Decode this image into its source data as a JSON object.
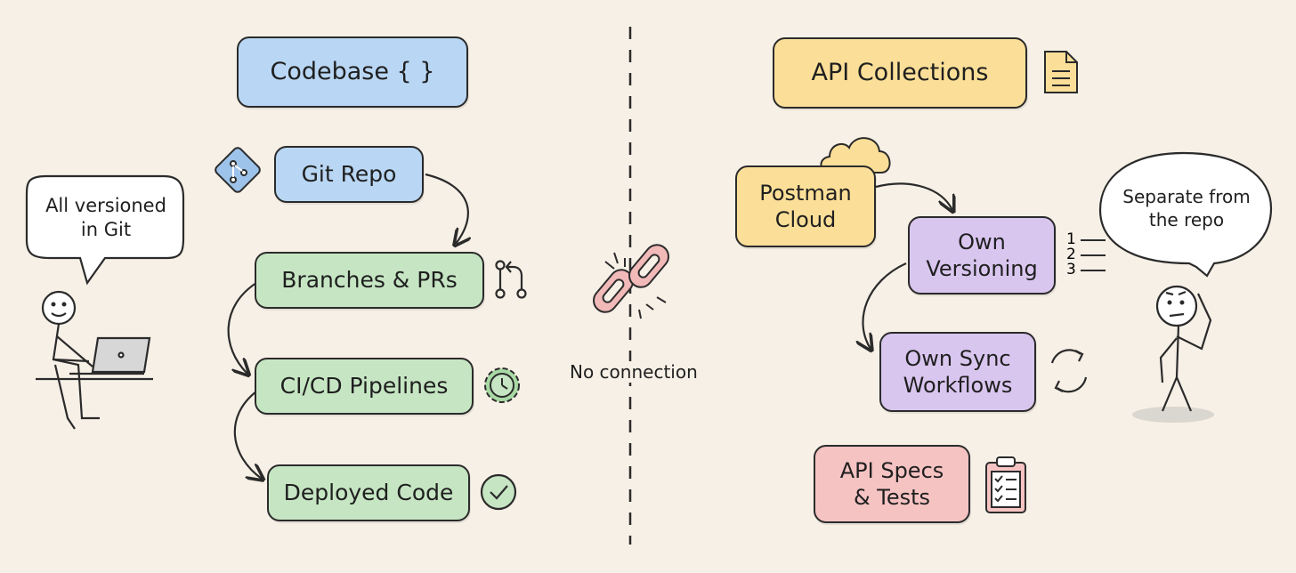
{
  "left": {
    "codebase": "Codebase { }",
    "git_repo": "Git Repo",
    "branches": "Branches & PRs",
    "cicd": "CI/CD Pipelines",
    "deployed": "Deployed Code",
    "bubble": "All versioned\nin Git"
  },
  "middle": {
    "no_connection": "No connection"
  },
  "right": {
    "api_collections": "API Collections",
    "postman_cloud": "Postman\nCloud",
    "own_versioning": "Own\nVersioning",
    "own_sync": "Own Sync\nWorkflows",
    "api_specs": "API Specs\n& Tests",
    "bubble": "Separate from\nthe repo",
    "list_numbers": [
      "1",
      "2",
      "3"
    ]
  },
  "colors": {
    "blue": "#b9d7f4",
    "green": "#c6e6c3",
    "yellow": "#fbdf98",
    "purple": "#d9c6ef",
    "pink": "#f6c3c3",
    "background": "#f7f0e6",
    "ink": "#2b2b2b"
  }
}
